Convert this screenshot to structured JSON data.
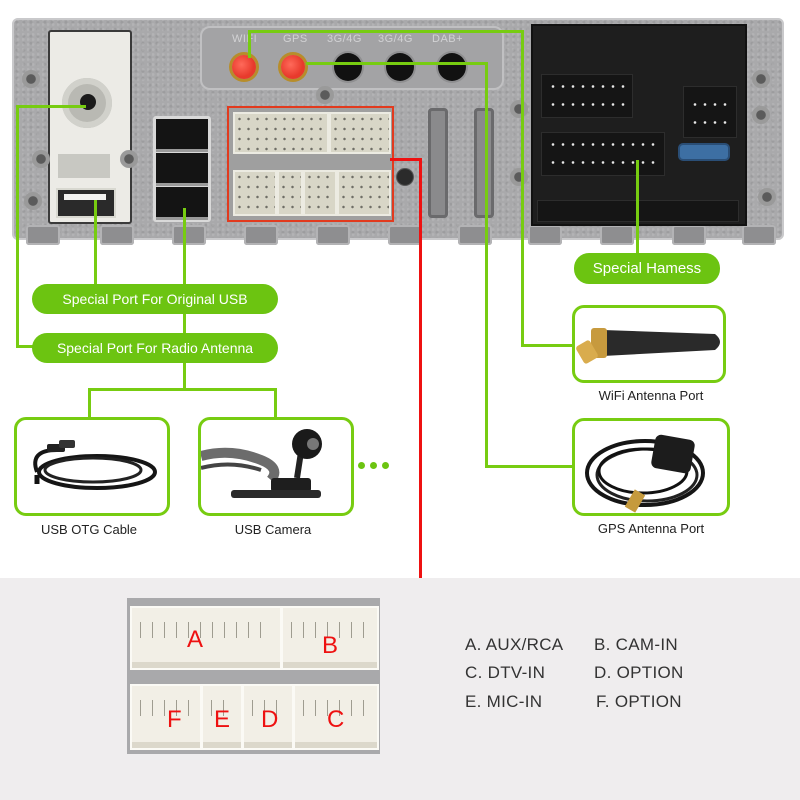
{
  "device": {
    "antenna_labels": [
      "WIFI",
      "GPS",
      "3G/4G",
      "3G/4G",
      "DAB+"
    ]
  },
  "labels": {
    "original_usb": "Special Port For Original USB",
    "radio_antenna": "Special Port For Radio Antenna",
    "special_harness": "Special Hamess"
  },
  "accessories": [
    {
      "name": "usb-otg-cable",
      "caption": "USB OTG Cable"
    },
    {
      "name": "usb-camera",
      "caption": "USB Camera"
    },
    {
      "name": "wifi-antenna",
      "caption": "WiFi Antenna Port"
    },
    {
      "name": "gps-antenna",
      "caption": "GPS Antenna Port"
    }
  ],
  "connector_letters": [
    "A",
    "B",
    "F",
    "E",
    "D",
    "C"
  ],
  "legend": [
    {
      "left": "A. AUX/RCA",
      "right": "B. CAM-IN"
    },
    {
      "left": "C. DTV-IN",
      "right": "D. OPTION"
    },
    {
      "left": "E. MIC-IN",
      "right": "F. OPTION"
    }
  ],
  "colors": {
    "accent_green": "#6cc411",
    "line_green": "#77cc11",
    "highlight_red": "#ee1111"
  }
}
